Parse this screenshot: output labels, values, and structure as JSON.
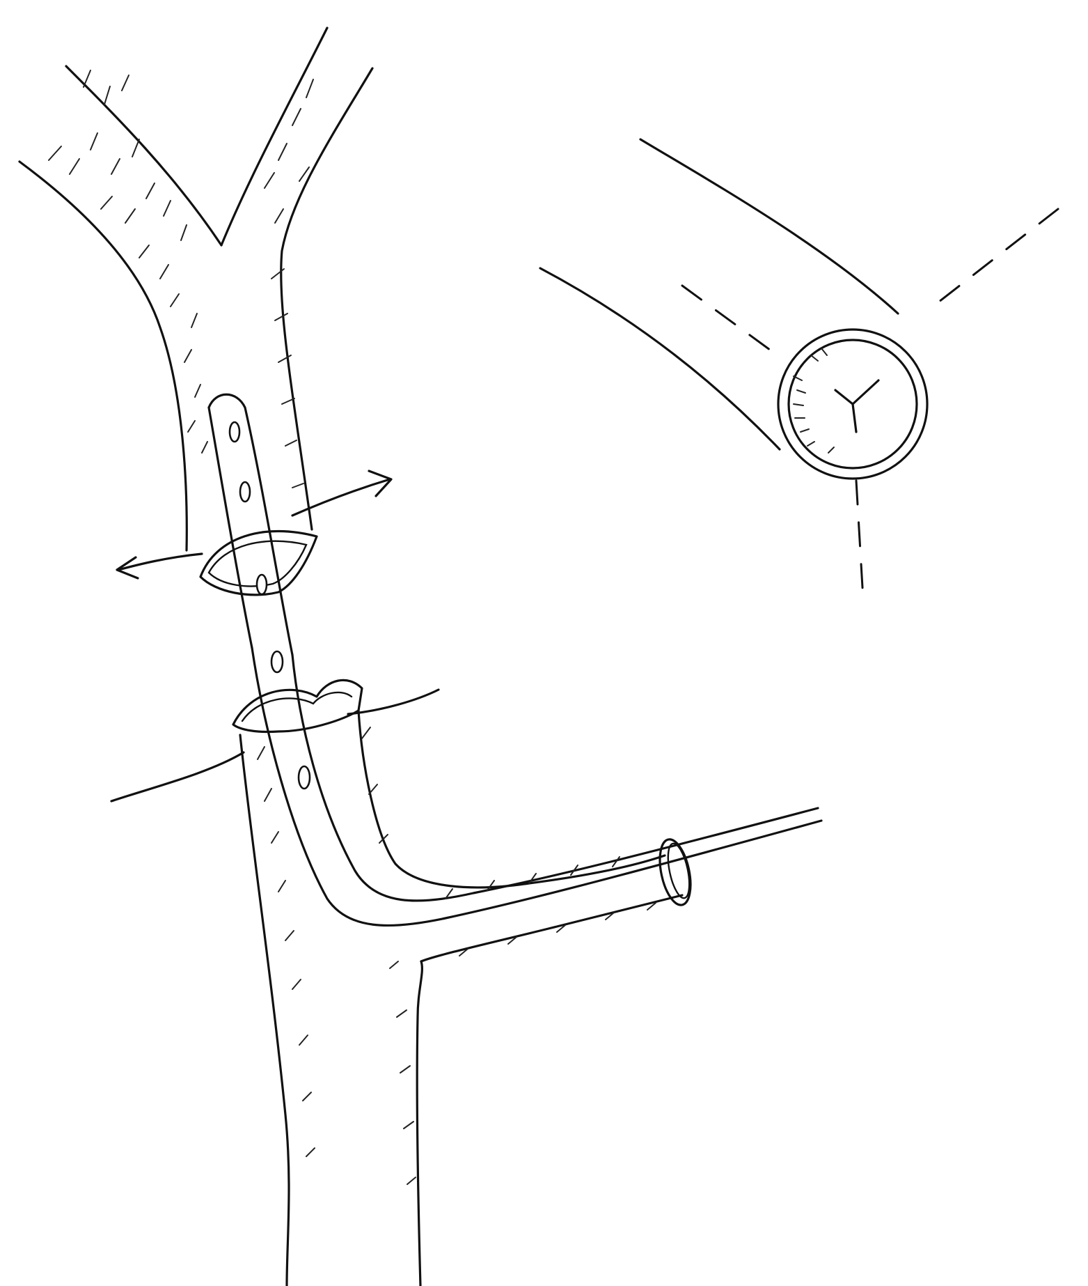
{
  "figure": {
    "background": "#ffffff",
    "ink_color": "#111111",
    "style": "pen-and-ink sketch",
    "parts": [
      "bifurcating-vessel",
      "vessel-trunk",
      "perforated-catheter",
      "upper-snare-loop",
      "lower-snare-loop",
      "dilation-arrows",
      "side-branch",
      "catheter-exit-sheath",
      "inset-catheter-cross-section"
    ]
  }
}
